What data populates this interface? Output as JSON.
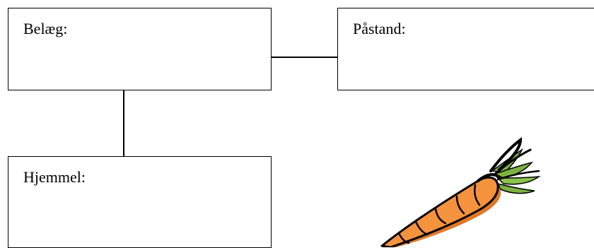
{
  "diagram": {
    "boxes": {
      "belaeg": {
        "label": "Belæg:"
      },
      "pastand": {
        "label": "Påstand:"
      },
      "hjemmel": {
        "label": "Hjemmel:"
      }
    },
    "illustration": {
      "icon": "carrot-icon",
      "colors": {
        "body": "#f5923e",
        "body_shadow": "#e0782a",
        "leaves": "#7cb342",
        "outline": "#000000"
      }
    }
  }
}
